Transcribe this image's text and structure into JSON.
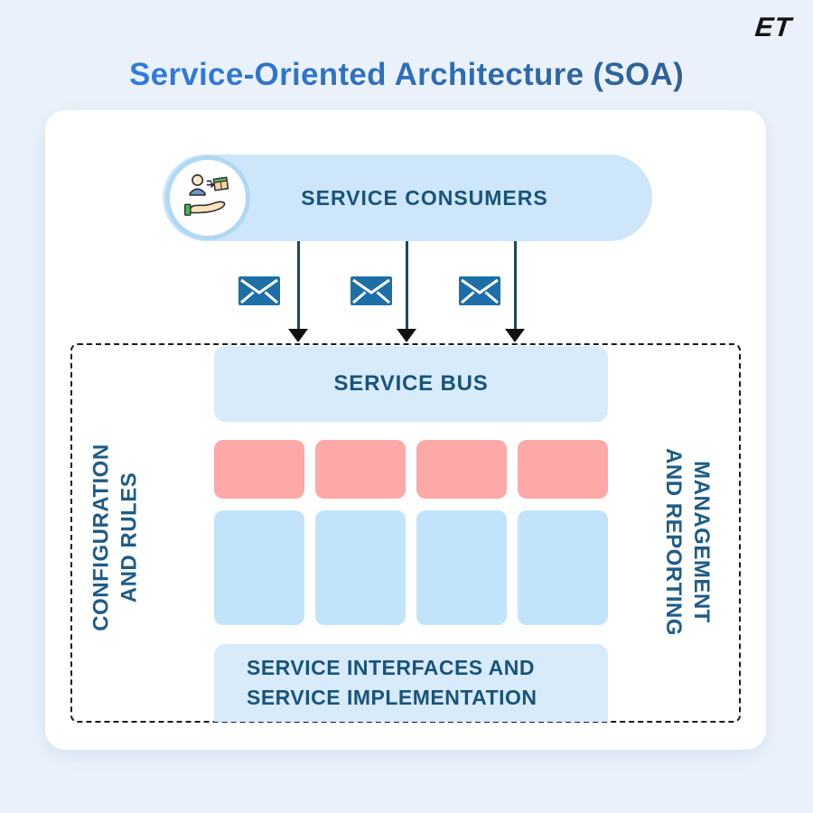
{
  "header": {
    "title": "Service-Oriented Architecture (SOA)",
    "logo": "ET"
  },
  "diagram": {
    "service_consumers": {
      "label": "SERVICE CONSUMERS",
      "icon": "hand-holding-package-icon"
    },
    "messages": {
      "icon": "envelope-icon",
      "count": 3
    },
    "esb": {
      "service_bus_label": "SERVICE BUS",
      "red_slots": 4,
      "blue_slots": 4,
      "interfaces_line1": "SERVICE INTERFACES AND",
      "interfaces_line2": "SERVICE IMPLEMENTATION"
    },
    "side_labels": {
      "left_line1": "CONFIGURATION",
      "left_line2": "AND RULES",
      "right_line1": "MANAGEMENT",
      "right_line2": "AND REPORTING"
    },
    "colors": {
      "page_bg": "#EAF1FA",
      "card_bg": "#FFFFFF",
      "pill_bg": "#CDE6FA",
      "bar_bg": "#D8EBFB",
      "blue_slot": "#C2E4FB",
      "red_slot": "#FCA9A7",
      "dark_blue_text": "#19537B",
      "envelope_blue": "#1D6FA8",
      "arrow_shaft": "#1A4A55",
      "title_gradient_start": "#2F7CE3",
      "title_gradient_end": "#2E6195"
    }
  }
}
